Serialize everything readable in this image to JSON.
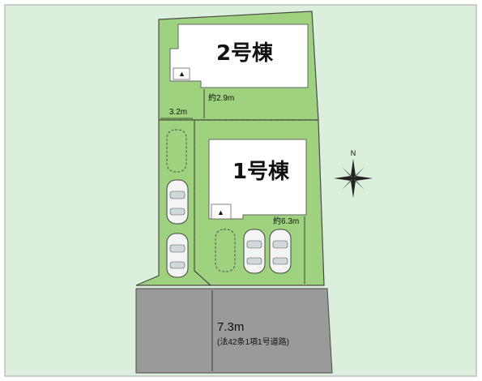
{
  "lots": {
    "lot2": {
      "label": "2号棟",
      "setback": "約2.9m"
    },
    "lot1": {
      "label": "1号棟",
      "setback": "約6.3m"
    }
  },
  "passage_width": "3.2m",
  "road": {
    "width": "7.3m",
    "note": "(法42条1項1号道路)"
  },
  "compass": {
    "label": "N"
  },
  "entrance_marker": "▲",
  "colors": {
    "background": "#dcefdc",
    "lot": "#9ed27f",
    "building": "#ffffff",
    "road": "#9a9a9a",
    "outline": "#4a4a4a"
  }
}
